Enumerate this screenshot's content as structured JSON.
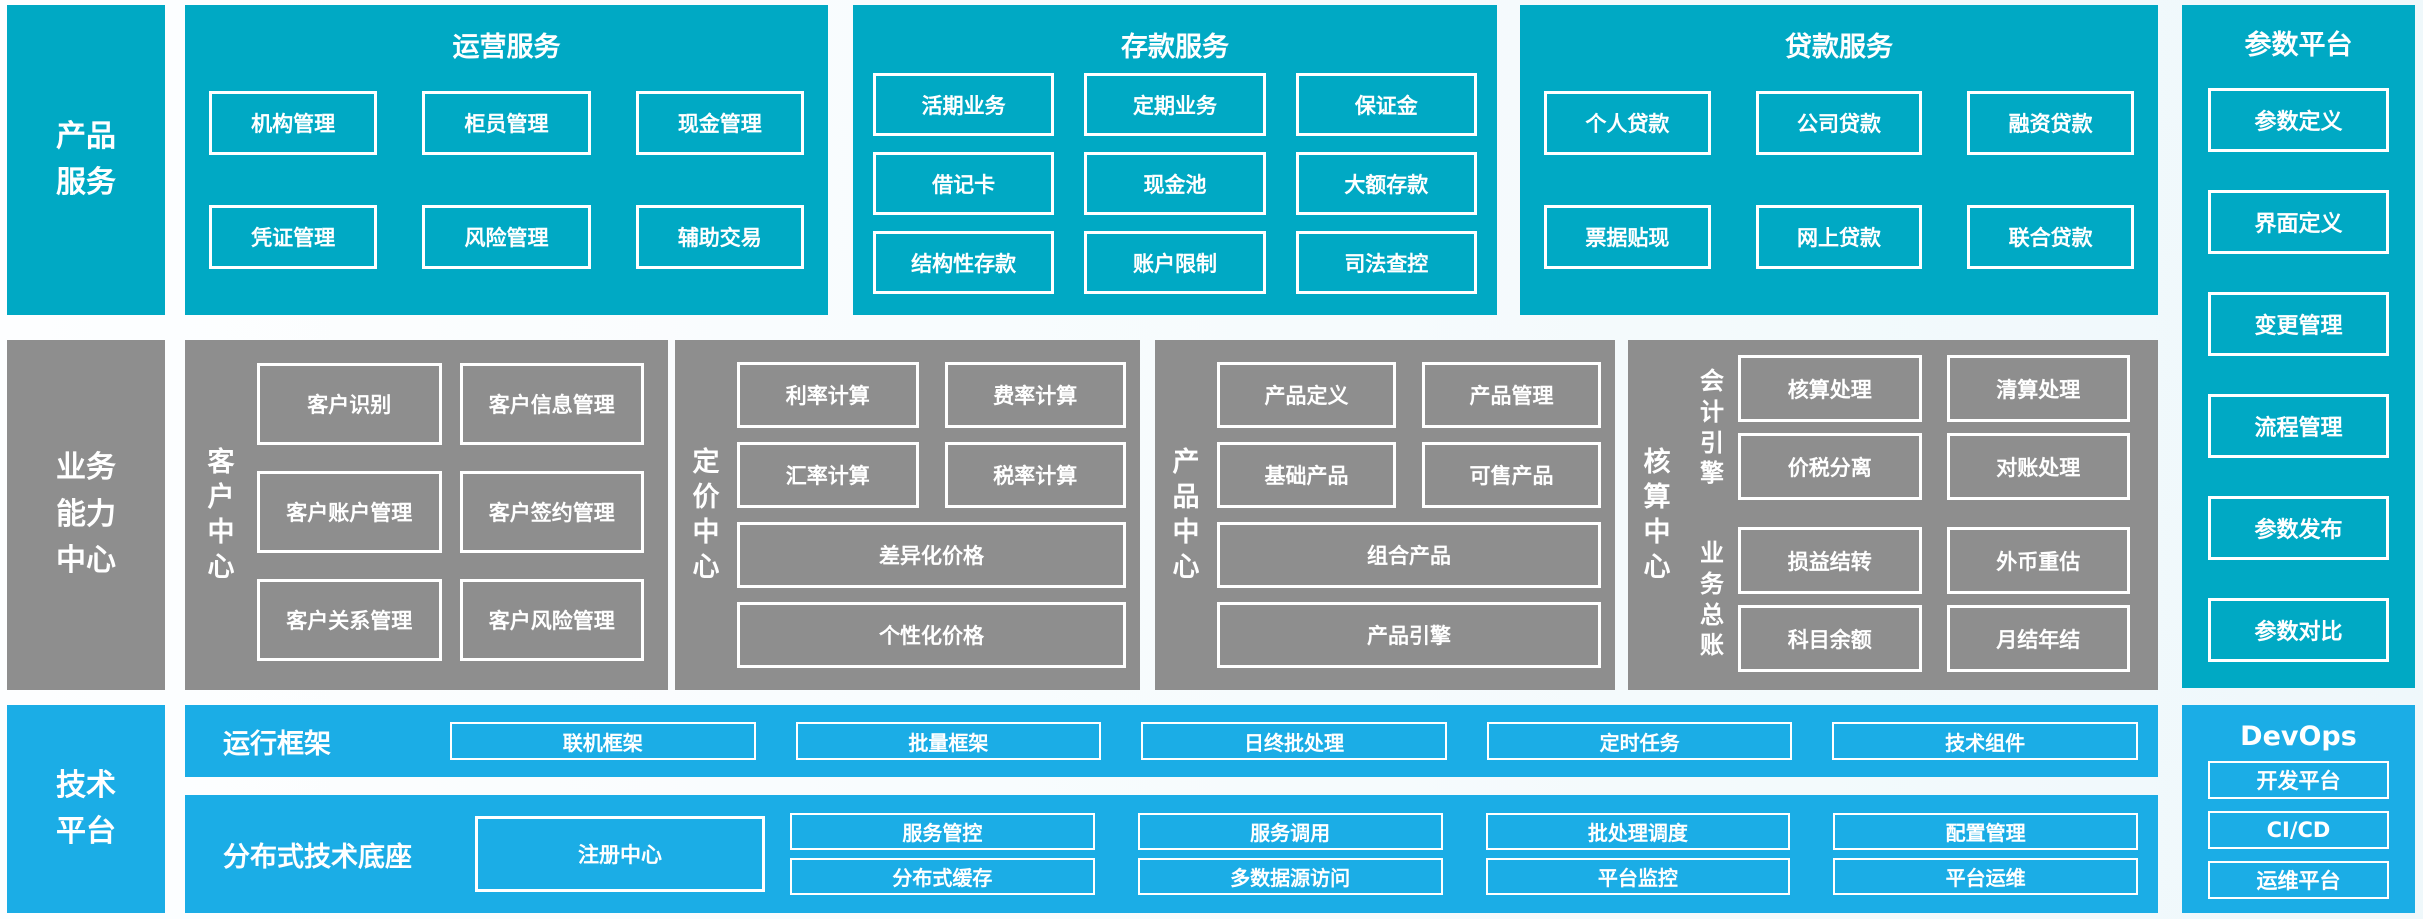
{
  "palette": {
    "teal": "#00A9C4",
    "gray": "#8E8E8E",
    "blue": "#1BADE6",
    "border": "#FFFFFF",
    "text": "#FFFFFF"
  },
  "top_row": {
    "sidebar_label": "产品\n服务",
    "operations": {
      "title": "运营服务",
      "items": [
        "机构管理",
        "柜员管理",
        "现金管理",
        "凭证管理",
        "风险管理",
        "辅助交易"
      ]
    },
    "deposits": {
      "title": "存款服务",
      "items": [
        "活期业务",
        "定期业务",
        "保证金",
        "借记卡",
        "现金池",
        "大额存款",
        "结构性存款",
        "账户限制",
        "司法查控"
      ]
    },
    "loans": {
      "title": "贷款服务",
      "items": [
        "个人贷款",
        "公司贷款",
        "融资贷款",
        "票据贴现",
        "网上贷款",
        "联合贷款"
      ]
    }
  },
  "param_platform": {
    "title": "参数平台",
    "items": [
      "参数定义",
      "界面定义",
      "变更管理",
      "流程管理",
      "参数发布",
      "参数对比"
    ]
  },
  "middle_row": {
    "sidebar_label": "业务\n能力\n中心",
    "customer_center": {
      "label": "客户中心",
      "items": [
        "客户识别",
        "客户信息管理",
        "客户账户管理",
        "客户签约管理",
        "客户关系管理",
        "客户风险管理"
      ]
    },
    "pricing_center": {
      "label": "定价中心",
      "grid_items": [
        "利率计算",
        "费率计算",
        "汇率计算",
        "税率计算"
      ],
      "wide_items": [
        "差异化价格",
        "个性化价格"
      ]
    },
    "product_center": {
      "label": "产品中心",
      "grid_items": [
        "产品定义",
        "产品管理",
        "基础产品",
        "可售产品"
      ],
      "wide_items": [
        "组合产品",
        "产品引擎"
      ]
    },
    "accounting_center": {
      "label": "核算中心",
      "groups": [
        {
          "label": "会计引擎",
          "items": [
            "核算处理",
            "清算处理",
            "价税分离",
            "对账处理"
          ]
        },
        {
          "label": "业务总账",
          "items": [
            "损益结转",
            "外币重估",
            "科目余额",
            "月结年结"
          ]
        }
      ]
    }
  },
  "bottom_row": {
    "sidebar_label": "技术\n平台",
    "runtime_framework": {
      "label": "运行框架",
      "items": [
        "联机框架",
        "批量框架",
        "日终批处理",
        "定时任务",
        "技术组件"
      ]
    },
    "distributed_base": {
      "label": "分布式技术底座",
      "registry": "注册中心",
      "items": [
        "服务管控",
        "服务调用",
        "批处理调度",
        "配置管理",
        "分布式缓存",
        "多数据源访问",
        "平台监控",
        "平台运维"
      ]
    },
    "devops": {
      "title": "DevOps",
      "items": [
        "开发平台",
        "CI/CD",
        "运维平台"
      ]
    }
  }
}
